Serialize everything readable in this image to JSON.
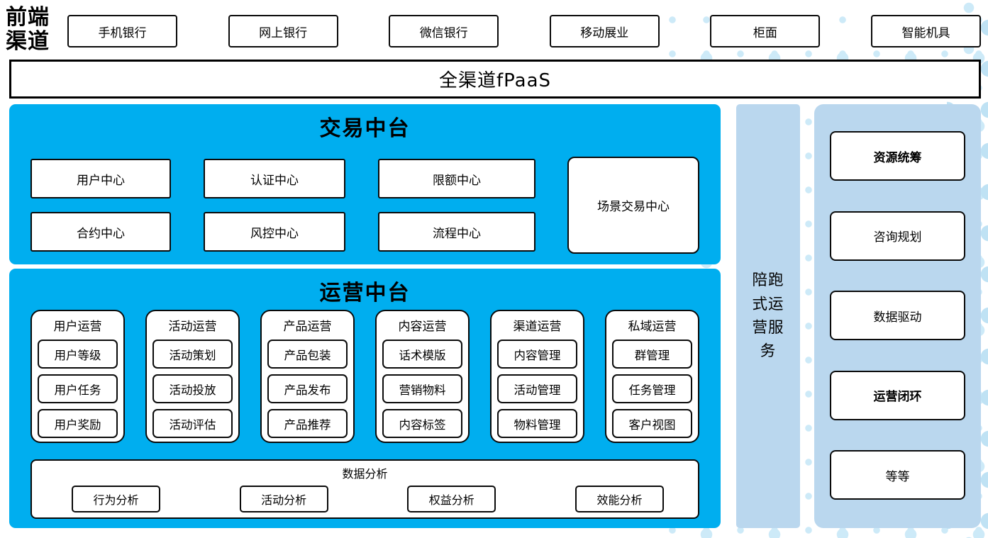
{
  "colors": {
    "accent_blue": "#00AEEF",
    "panel_blue": "#BAD7EE",
    "dot_blue": "#CDEAF8",
    "dot_blue_deep": "#BFE2F4"
  },
  "frontend": {
    "label": "前端渠道",
    "channels": [
      "手机银行",
      "网上银行",
      "微信银行",
      "移动展业",
      "柜面",
      "智能机具"
    ]
  },
  "fpaas": {
    "label": "全渠道fPaaS"
  },
  "transaction": {
    "title": "交易中台",
    "centers": [
      "用户中心",
      "认证中心",
      "限额中心",
      "合约中心",
      "风控中心",
      "流程中心"
    ],
    "scene_center": "场景交易中心"
  },
  "operation": {
    "title": "运营中台",
    "columns": [
      {
        "header": "用户运营",
        "items": [
          "用户等级",
          "用户任务",
          "用户奖励"
        ]
      },
      {
        "header": "活动运营",
        "items": [
          "活动策划",
          "活动投放",
          "活动评估"
        ]
      },
      {
        "header": "产品运营",
        "items": [
          "产品包装",
          "产品发布",
          "产品推荐"
        ]
      },
      {
        "header": "内容运营",
        "items": [
          "话术模版",
          "营销物料",
          "内容标签"
        ]
      },
      {
        "header": "渠道运营",
        "items": [
          "内容管理",
          "活动管理",
          "物料管理"
        ]
      },
      {
        "header": "私域运营",
        "items": [
          "群管理",
          "任务管理",
          "客户视图"
        ]
      }
    ],
    "analysis": {
      "header": "数据分析",
      "items": [
        "行为分析",
        "活动分析",
        "权益分析",
        "效能分析"
      ]
    }
  },
  "sidebar": {
    "label": "陪跑式运营服务"
  },
  "right_panel": {
    "items": [
      "资源统筹",
      "咨询规划",
      "数据驱动",
      "运营闭环",
      "等等"
    ]
  }
}
